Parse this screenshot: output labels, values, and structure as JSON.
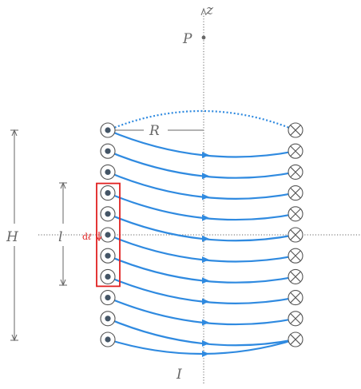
{
  "labels": {
    "z_axis": "z",
    "point": "P",
    "radius": "R",
    "height": "H",
    "length": "l",
    "element_prefix": "d",
    "element_symbol": "ℓ",
    "current": "I"
  },
  "coil": {
    "turns": 11,
    "highlighted_turns": 5,
    "highlight_start_index": 3
  },
  "colors": {
    "wire": "#2f8ae0",
    "axis": "#666666",
    "dim": "#666666",
    "symbol": "#555555",
    "dot_fill": "#445566",
    "highlight": "#e02020",
    "label": "#666666"
  }
}
